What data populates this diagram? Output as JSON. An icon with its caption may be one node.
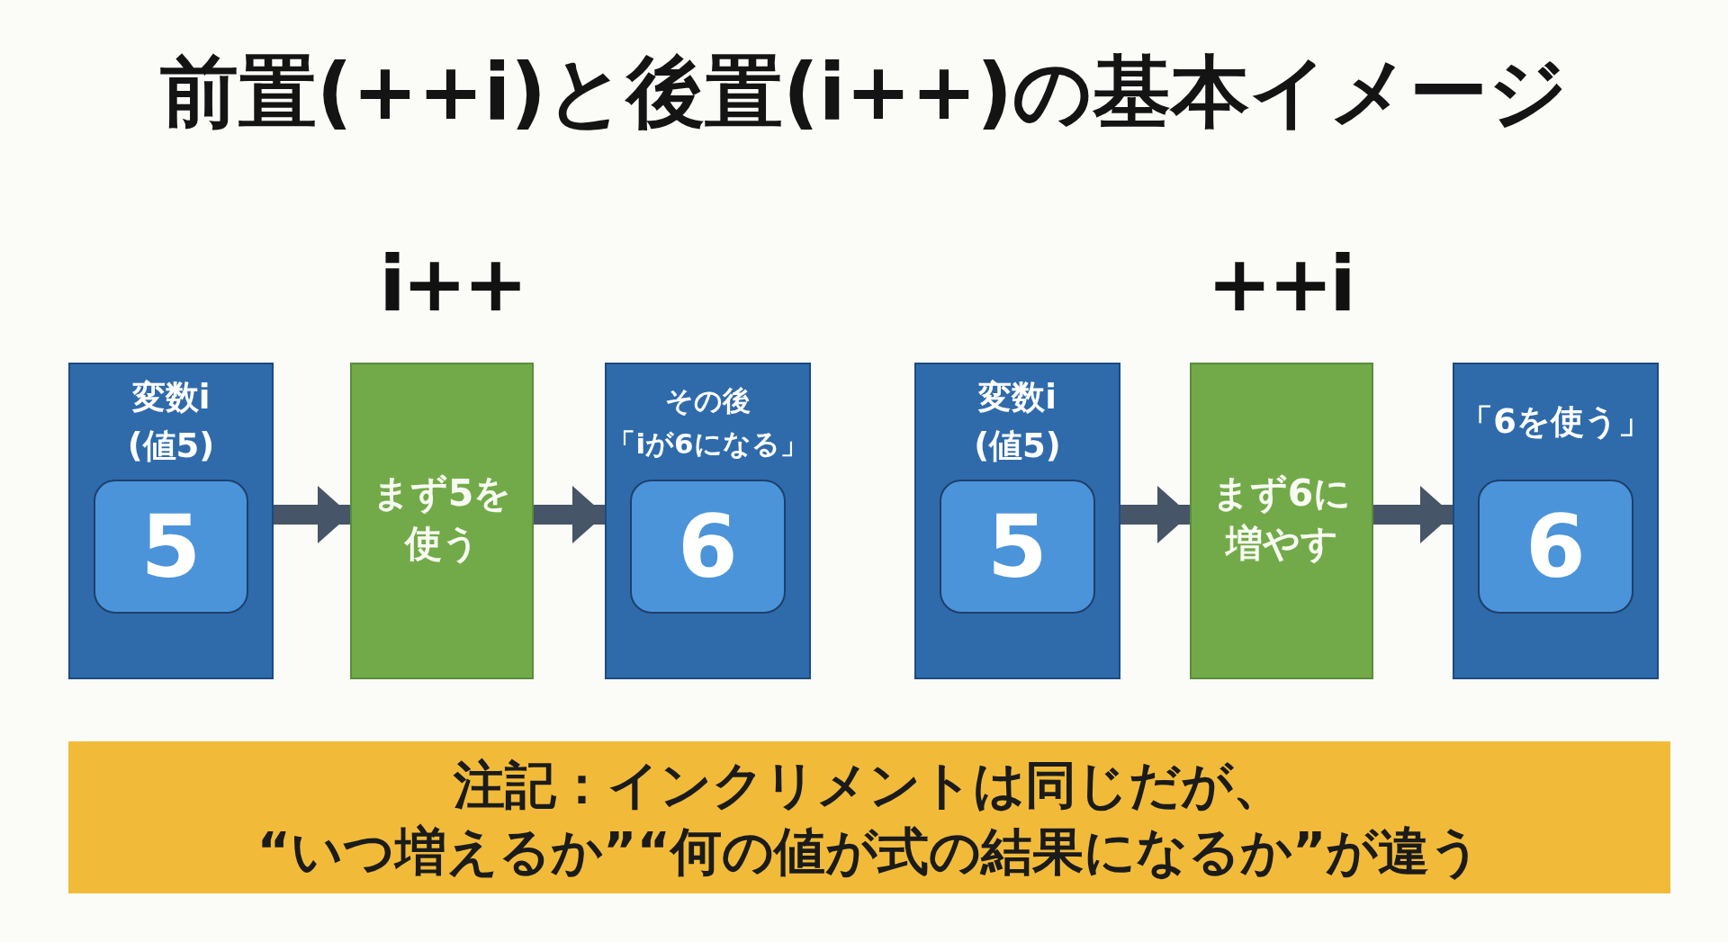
{
  "diagram": {
    "title": "前置(++i)と後置(i++)の基本イメージ",
    "nodes": [
      {
        "text": [
          "変数i(値5)"
        ]
      },
      {
        "text": [
          "5"
        ],
        "in": 0
      },
      {
        "text": [
          "まず5を使う"
        ]
      },
      {
        "text": [
          "その後「iが6になる」"
        ]
      },
      {
        "text": [
          "6"
        ],
        "in": 3
      },
      {
        "text": [
          "変数i(値5)"
        ]
      },
      {
        "text": [
          "5"
        ],
        "in": 5
      },
      {
        "text": [
          "まず6に増やす"
        ]
      },
      {
        "text": [
          "「6を使う」"
        ]
      },
      {
        "text": [
          "6"
        ],
        "in": 8
      },
      {
        "text": [
          "注記：インクリメントは同じだが、“いつ増えるか”“何の値が式の結果になるか”が違う"
        ]
      }
    ],
    "edges": [
      {
        "from": 0,
        "to": 2,
        "arrow": "to"
      },
      {
        "from": 2,
        "to": 3,
        "arrow": "to"
      },
      {
        "from": 5,
        "to": 7,
        "arrow": "to"
      },
      {
        "from": 7,
        "to": 8,
        "arrow": "to"
      }
    ],
    "labels": [
      "i++",
      "++i"
    ]
  }
}
